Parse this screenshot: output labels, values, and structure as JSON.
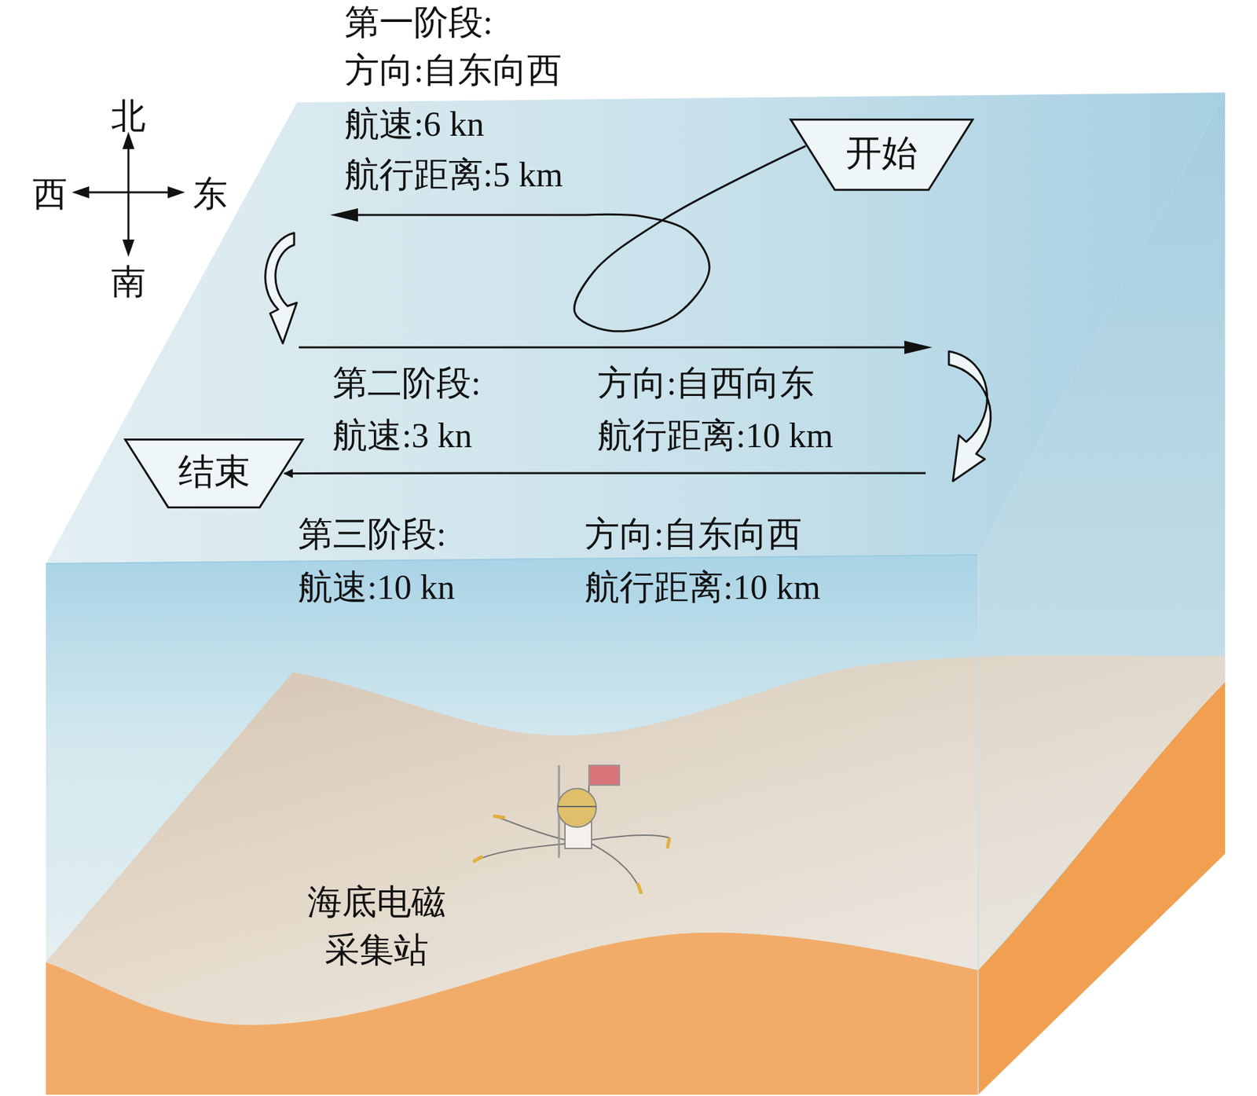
{
  "diagram": {
    "nodes": [
      {
        "text": [
          "开始"
        ]
      },
      {
        "text": [
          "结束"
        ]
      }
    ],
    "edges": [
      {
        "from": 0,
        "to": 1,
        "arrow": "to"
      }
    ],
    "labels": [
      "第一阶段:",
      "方向:自东向西",
      "航速:6 kn",
      "航行距离:5 km",
      "第二阶段:",
      "航速:3 kn",
      "方向:自西向东",
      "航行距离:10 km",
      "第三阶段:",
      "航速:10 kn",
      "方向:自东向西",
      "航行距离:10 km",
      "北",
      "西",
      "东",
      "南",
      "海底电磁 采集站"
    ]
  }
}
